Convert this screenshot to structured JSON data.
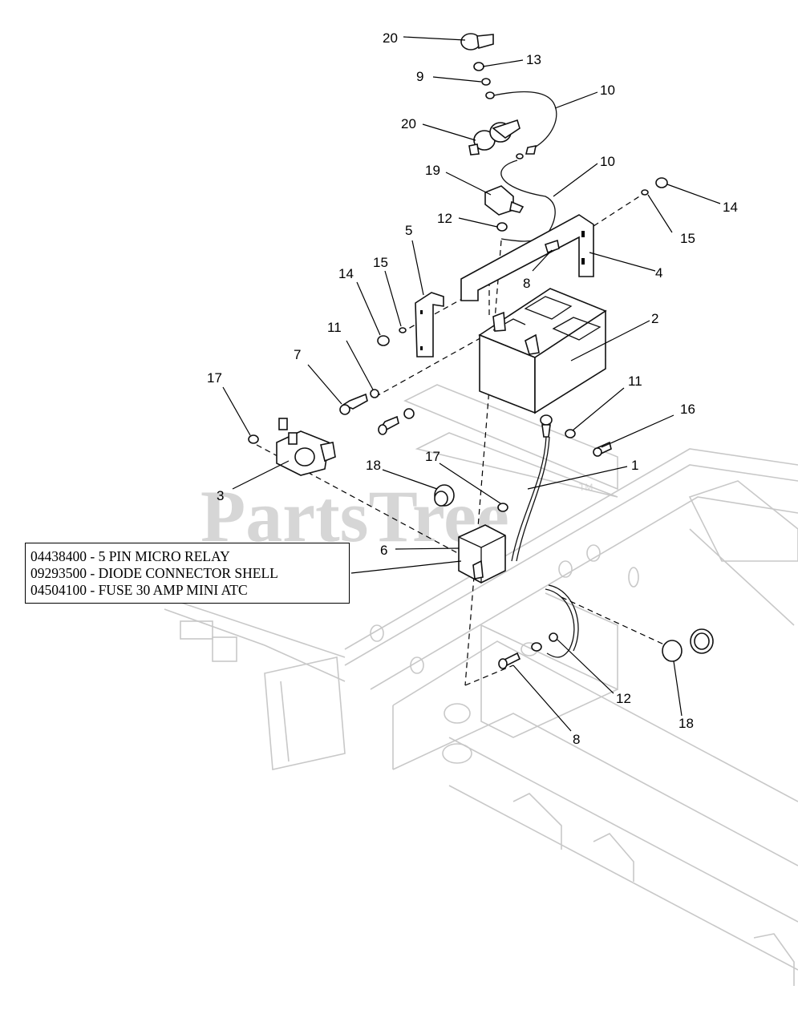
{
  "watermark": {
    "text": "PartsTree",
    "tm": "TM"
  },
  "notes": [
    "04438400 - 5 PIN MICRO RELAY",
    "09293500 - DIODE CONNECTOR SHELL",
    "04504100 - FUSE 30 AMP MINI ATC"
  ],
  "callouts": [
    {
      "id": "c20a",
      "label": "20"
    },
    {
      "id": "c13",
      "label": "13"
    },
    {
      "id": "c9",
      "label": "9"
    },
    {
      "id": "c10a",
      "label": "10"
    },
    {
      "id": "c20b",
      "label": "20"
    },
    {
      "id": "c19",
      "label": "19"
    },
    {
      "id": "c10b",
      "label": "10"
    },
    {
      "id": "c14a",
      "label": "14"
    },
    {
      "id": "c15a",
      "label": "15"
    },
    {
      "id": "c12a",
      "label": "12"
    },
    {
      "id": "c5",
      "label": "5"
    },
    {
      "id": "c4",
      "label": "4"
    },
    {
      "id": "c8a",
      "label": "8"
    },
    {
      "id": "c14b",
      "label": "14"
    },
    {
      "id": "c15b",
      "label": "15"
    },
    {
      "id": "c2",
      "label": "2"
    },
    {
      "id": "c11a",
      "label": "11"
    },
    {
      "id": "c7",
      "label": "7"
    },
    {
      "id": "c17a",
      "label": "17"
    },
    {
      "id": "c11b",
      "label": "11"
    },
    {
      "id": "c16",
      "label": "16"
    },
    {
      "id": "c1",
      "label": "1"
    },
    {
      "id": "c18a",
      "label": "18"
    },
    {
      "id": "c17b",
      "label": "17"
    },
    {
      "id": "c3",
      "label": "3"
    },
    {
      "id": "c6",
      "label": "6"
    },
    {
      "id": "c12b",
      "label": "12"
    },
    {
      "id": "c18b",
      "label": "18"
    },
    {
      "id": "c8b",
      "label": "8"
    }
  ]
}
